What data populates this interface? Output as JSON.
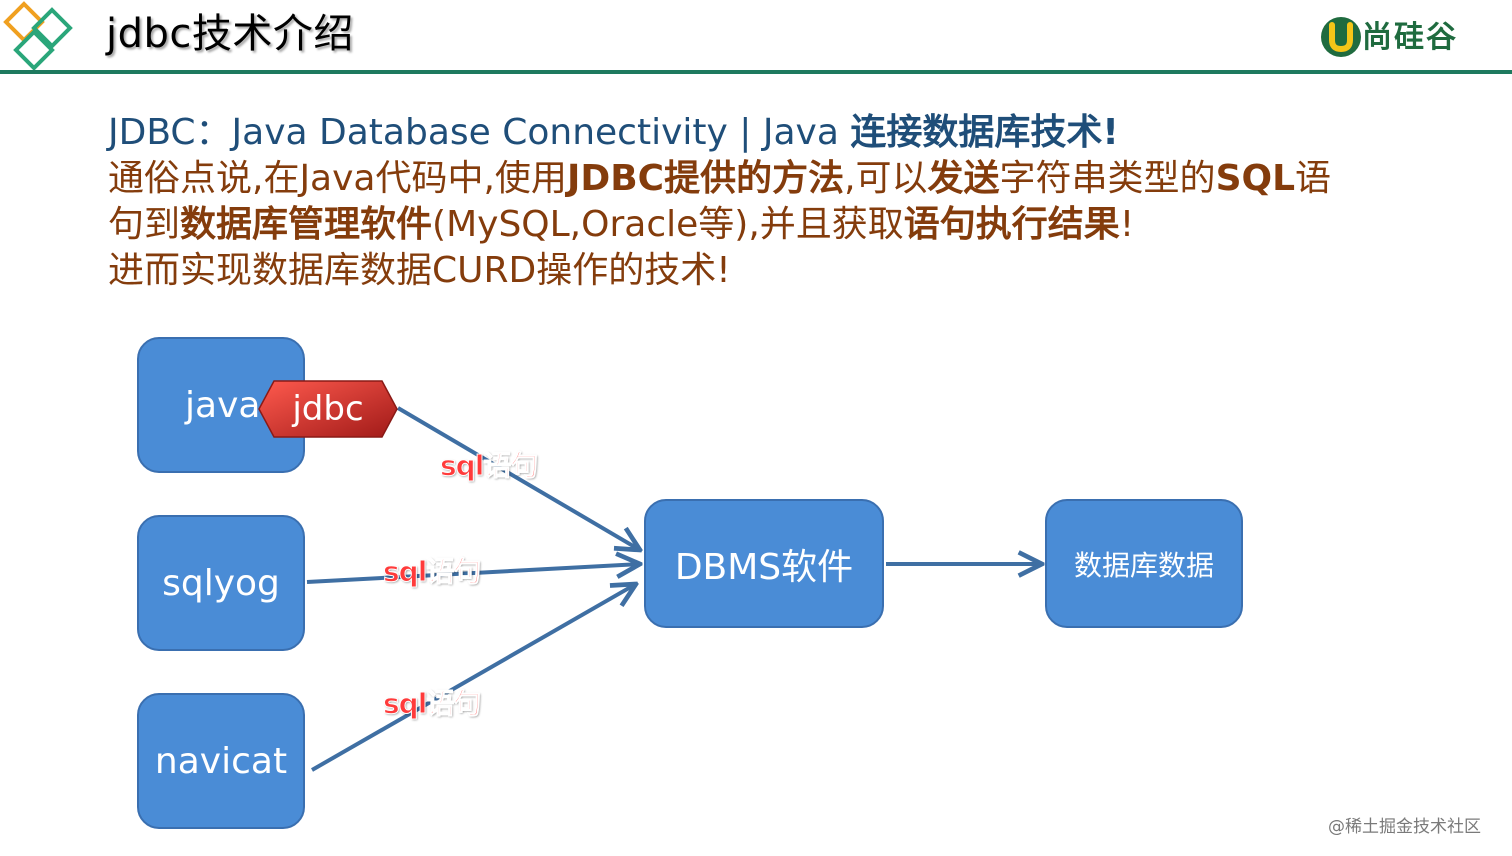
{
  "slide": {
    "title": "jdbc技术介绍",
    "brand": "尚硅谷",
    "watermark": "@稀土掘金技术社区"
  },
  "intro": {
    "line1": "JDBC：Java Database Connectivity | Java ",
    "line1_bold": "连接数据库技术!",
    "line2": [
      {
        "t": "通俗点说,在Java代码中,使用",
        "b": false
      },
      {
        "t": "JDBC提供的方法",
        "b": true
      },
      {
        "t": ",可以",
        "b": false
      },
      {
        "t": "发送",
        "b": true
      },
      {
        "t": "字符串类型的",
        "b": false
      },
      {
        "t": "SQL",
        "b": true
      },
      {
        "t": "语",
        "b": false
      }
    ],
    "line3": [
      {
        "t": "句到",
        "b": false
      },
      {
        "t": "数据库管理软件",
        "b": true
      },
      {
        "t": "(MySQL,Oracle等),并且获取",
        "b": false
      },
      {
        "t": "语句执行结果",
        "b": true
      },
      {
        "t": "!",
        "b": false
      }
    ],
    "line4": "进而实现数据库数据CURD操作的技术!"
  },
  "diagram": {
    "clients": [
      "java",
      "sqlyog",
      "navicat"
    ],
    "driver": "jdbc",
    "server": "DBMS软件",
    "storage": "数据库数据",
    "edge_label": "sql语句",
    "colors": {
      "box_fill": "#4a8cd6",
      "box_border": "#3a6fb0",
      "arrow": "#3f6fa3",
      "jdbc_fill": "#d9332e",
      "edge_label": "#ff3b3b",
      "title_rule": "#1e7a5f",
      "intro_blue": "#1f4e79",
      "intro_brown": "#843c0c"
    }
  }
}
